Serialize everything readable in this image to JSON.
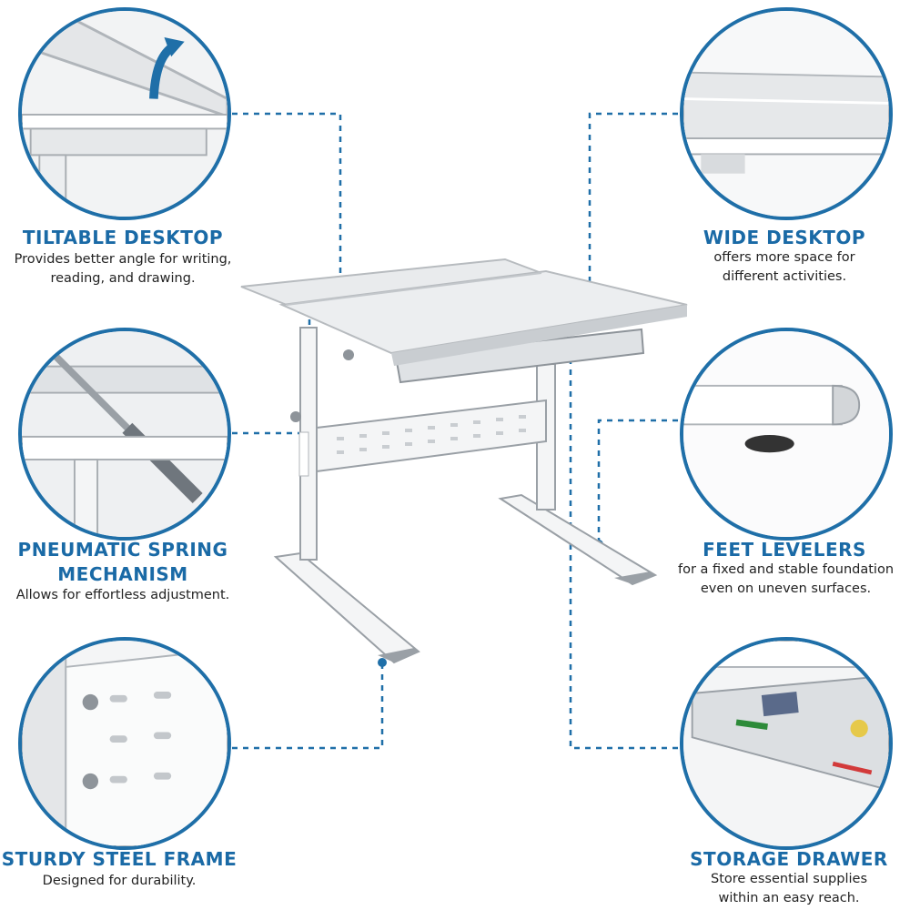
{
  "features": [
    {
      "id": "tiltable",
      "title": "TILTABLE DESKTOP",
      "lines": [
        "Provides better angle for writing,",
        "reading, and drawing."
      ],
      "icon": "tilting-desktop-icon"
    },
    {
      "id": "wide",
      "title": "WIDE DESKTOP",
      "lines": [
        "offers more space for",
        "different activities."
      ],
      "icon": "wide-desktop-icon"
    },
    {
      "id": "pneumatic",
      "title_lines": [
        "PNEUMATIC SPRING",
        "MECHANISM"
      ],
      "lines": [
        "Allows for effortless adjustment."
      ],
      "icon": "gas-spring-icon"
    },
    {
      "id": "feet",
      "title": "FEET LEVELERS",
      "lines": [
        "for a fixed and stable foundation",
        "even on uneven surfaces."
      ],
      "icon": "foot-leveler-icon"
    },
    {
      "id": "frame",
      "title": "STURDY STEEL FRAME",
      "lines": [
        "Designed for durability."
      ],
      "icon": "steel-frame-icon"
    },
    {
      "id": "drawer",
      "title": "STORAGE DRAWER",
      "lines": [
        "Store essential supplies",
        "within an easy reach."
      ],
      "icon": "storage-drawer-icon"
    }
  ],
  "colors": {
    "accent": "#1a6aa6",
    "connector": "#1f6fa8",
    "desk": "#e9ebed",
    "frame": "#f4f5f6"
  }
}
